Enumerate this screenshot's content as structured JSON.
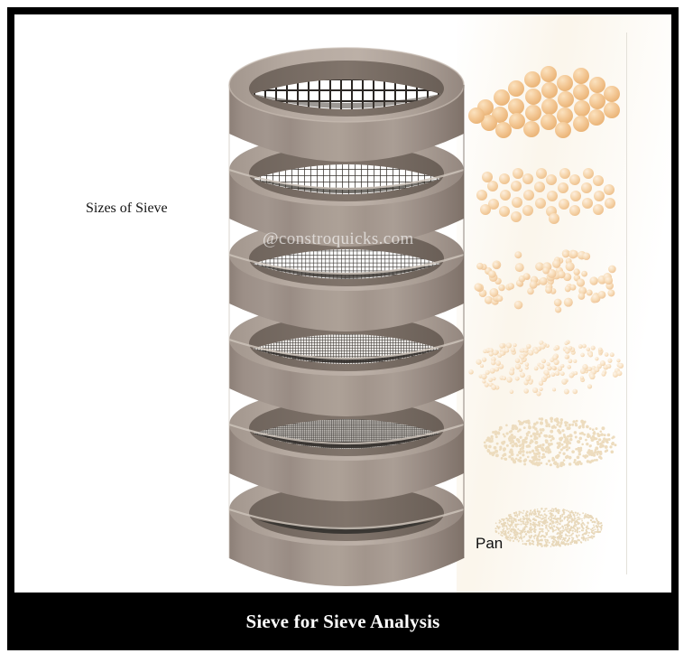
{
  "figure": {
    "caption": "Sieve for Sieve Analysis",
    "watermark": "@constroquicks.com",
    "frame_color": "#000000",
    "background_color": "#ffffff"
  },
  "labels": {
    "sizes_of_sieve": "Sizes of Sieve",
    "pan": "Pan"
  },
  "colors": {
    "sieve_body": "#9b8e86",
    "sieve_body_light": "#b3a79e",
    "sieve_body_dark": "#7d7168",
    "sieve_rim_highlight": "#cdc3ba",
    "mesh_dark": "#2f2c28",
    "particle_fill": "#f2c48e",
    "particle_light": "#f8dcb6",
    "particle_fine": "#efd9b4",
    "caption_text": "#ffffff",
    "label_text": "#141414"
  },
  "sieve_stack": {
    "name": "sieve-stack",
    "count": 6,
    "rings": [
      {
        "index": 1,
        "name": "sieve-ring-1",
        "mesh": "coarse",
        "mesh_cells": 10,
        "solid_bottom": false
      },
      {
        "index": 2,
        "name": "sieve-ring-2",
        "mesh": "medium",
        "mesh_cells": 18,
        "solid_bottom": false
      },
      {
        "index": 3,
        "name": "sieve-ring-3",
        "mesh": "fine",
        "mesh_cells": 28,
        "solid_bottom": false
      },
      {
        "index": 4,
        "name": "sieve-ring-4",
        "mesh": "very-fine",
        "mesh_cells": 42,
        "solid_bottom": false
      },
      {
        "index": 5,
        "name": "sieve-ring-5",
        "mesh": "ultra-fine",
        "mesh_cells": 60,
        "solid_bottom": false
      },
      {
        "index": 6,
        "name": "sieve-ring-6-pan",
        "mesh": "none",
        "mesh_cells": 0,
        "solid_bottom": true
      }
    ]
  },
  "particle_piles": [
    {
      "index": 1,
      "name": "particle-pile-1",
      "size": "coarse-gravel",
      "count": 30,
      "radius": 9.0,
      "label": ""
    },
    {
      "index": 2,
      "name": "particle-pile-2",
      "size": "medium-gravel",
      "count": 36,
      "radius": 6.0,
      "label": ""
    },
    {
      "index": 3,
      "name": "particle-pile-3",
      "size": "coarse-sand",
      "count": 80,
      "radius": 4.2,
      "label": ""
    },
    {
      "index": 4,
      "name": "particle-pile-4",
      "size": "medium-sand",
      "count": 170,
      "radius": 2.6,
      "label": ""
    },
    {
      "index": 5,
      "name": "particle-pile-5",
      "size": "fine-sand",
      "count": 420,
      "radius": 1.6,
      "label": ""
    },
    {
      "index": 6,
      "name": "particle-pile-6-pan",
      "size": "silt-powder",
      "count": 900,
      "radius": 1.0,
      "label": "Pan"
    }
  ]
}
